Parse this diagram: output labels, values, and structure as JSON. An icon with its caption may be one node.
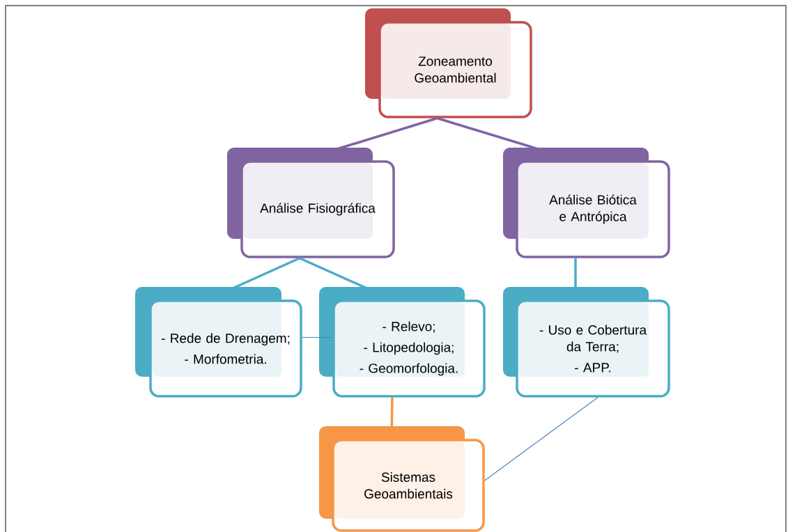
{
  "diagram": {
    "nodes": [
      {
        "text": [
          "Zoneamento Geoambiental"
        ]
      },
      {
        "text": [
          "Análise Fisiográfica"
        ]
      },
      {
        "text": [
          "Análise Biótica e Antrópica"
        ]
      },
      {
        "text": [
          "- Rede de Drenagem;",
          "- Morfometria."
        ]
      },
      {
        "text": [
          "- Relevo;",
          "- Litopedologia;",
          "- Geomorfologia."
        ]
      },
      {
        "text": [
          "- Uso e Cobertura da Terra;",
          "- APP."
        ]
      },
      {
        "text": [
          "Sistemas Geoambientais"
        ]
      }
    ],
    "edges": [
      {
        "from": 0,
        "to": 1,
        "arrow": "none",
        "color": "#8064a2"
      },
      {
        "from": 0,
        "to": 2,
        "arrow": "none",
        "color": "#8064a2"
      },
      {
        "from": 1,
        "to": 3,
        "arrow": "none"
      },
      {
        "from": 1,
        "to": 4,
        "arrow": "none"
      },
      {
        "from": 2,
        "to": 5,
        "arrow": "none"
      },
      {
        "from": 4,
        "to": 6,
        "arrow": "none",
        "color": "#f79646"
      },
      {
        "from": 3,
        "to": 4,
        "arrow": "none",
        "color": "#4f81bd"
      },
      {
        "from": 5,
        "to": 6,
        "arrow": "none",
        "color": "#4f81bd"
      }
    ]
  }
}
